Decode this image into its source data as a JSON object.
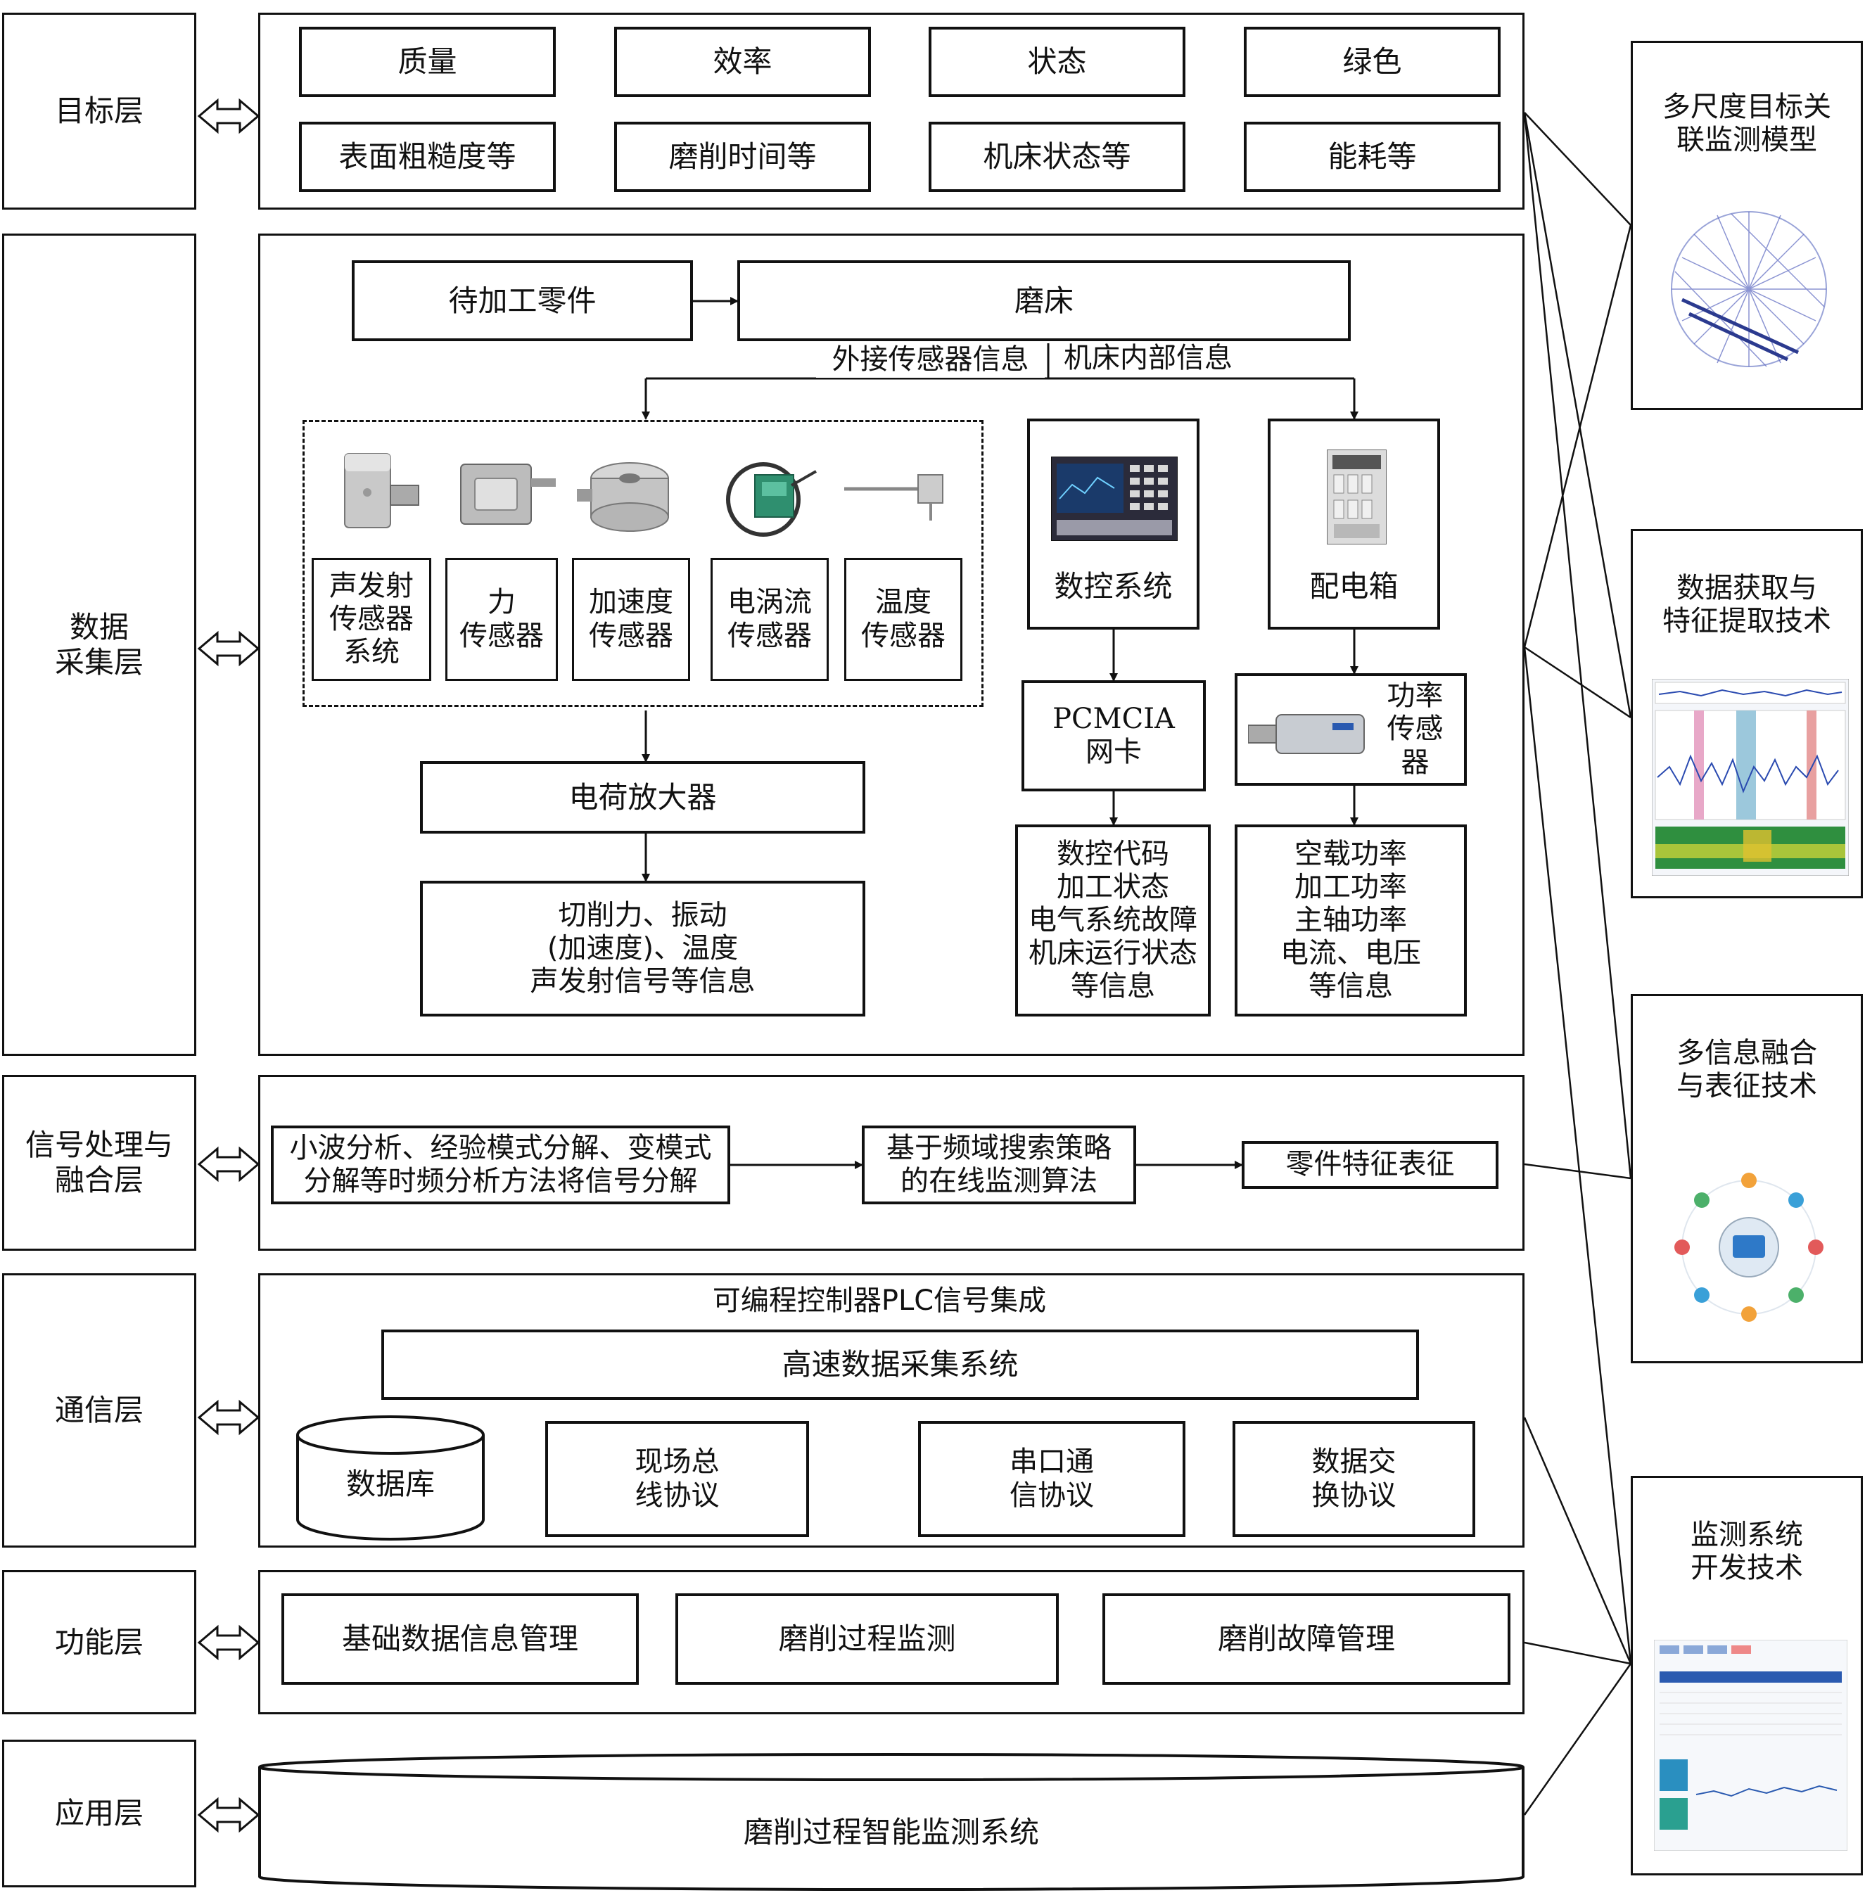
{
  "layers": {
    "goal": "目标层",
    "data": "数据\n采集层",
    "signal": "信号处理与\n融合层",
    "comm": "通信层",
    "func": "功能层",
    "app": "应用层"
  },
  "goal_layer": {
    "top": [
      "质量",
      "效率",
      "状态",
      "绿色"
    ],
    "bottom": [
      "表面粗糙度等",
      "磨削时间等",
      "机床状态等",
      "能耗等"
    ]
  },
  "data_layer": {
    "workpiece": "待加工零件",
    "grinder": "磨床",
    "external_info": "外接传感器信息",
    "internal_info": "机床内部信息",
    "sensors": [
      "声发射\n传感器\n系统",
      "力\n传感器",
      "加速度\n传感器",
      "电涡流\n传感器",
      "温度\n传感器"
    ],
    "charge_amp": "电荷放大器",
    "sensor_output": "切削力、振动\n(加速度)、温度\n声发射信号等信息",
    "cnc": "数控系统",
    "pcmcia": "PCMCIA\n网卡",
    "cnc_output": "数控代码\n加工状态\n电气系统故障\n机床运行状态\n等信息",
    "cabinet": "配电箱",
    "power_sensor": "功率\n传感\n器",
    "power_output": "空载功率\n加工功率\n主轴功率\n电流、电压\n等信息"
  },
  "signal_layer": {
    "step1": "小波分析、经验模式分解、变模式\n分解等时频分析方法将信号分解",
    "step2": "基于频域搜索策略\n的在线监测算法",
    "step3": "零件特征表征"
  },
  "comm_layer": {
    "plc": "可编程控制器PLC信号集成",
    "daq": "高速数据采集系统",
    "database": "数据库",
    "fieldbus": "现场总\n线协议",
    "serial": "串口通\n信协议",
    "exchange": "数据交\n换协议"
  },
  "func_layer": [
    "基础数据信息管理",
    "磨削过程监测",
    "磨削故障管理"
  ],
  "app_layer": "磨削过程智能监测系统",
  "tech_panels": [
    "多尺度目标关\n联监测模型",
    "数据获取与\n特征提取技术",
    "多信息融合\n与表征技术",
    "监测系统\n开发技术"
  ],
  "icons": [
    "double-arrow-icon",
    "acoustic-sensor-icon",
    "force-sensor-icon",
    "accelerometer-icon",
    "eddy-current-sensor-icon",
    "temperature-sensor-icon",
    "cnc-panel-icon",
    "electric-cabinet-icon",
    "power-sensor-icon",
    "chord-diagram-icon",
    "signal-plot-icon",
    "fusion-circle-icon",
    "dashboard-screenshot-icon"
  ]
}
